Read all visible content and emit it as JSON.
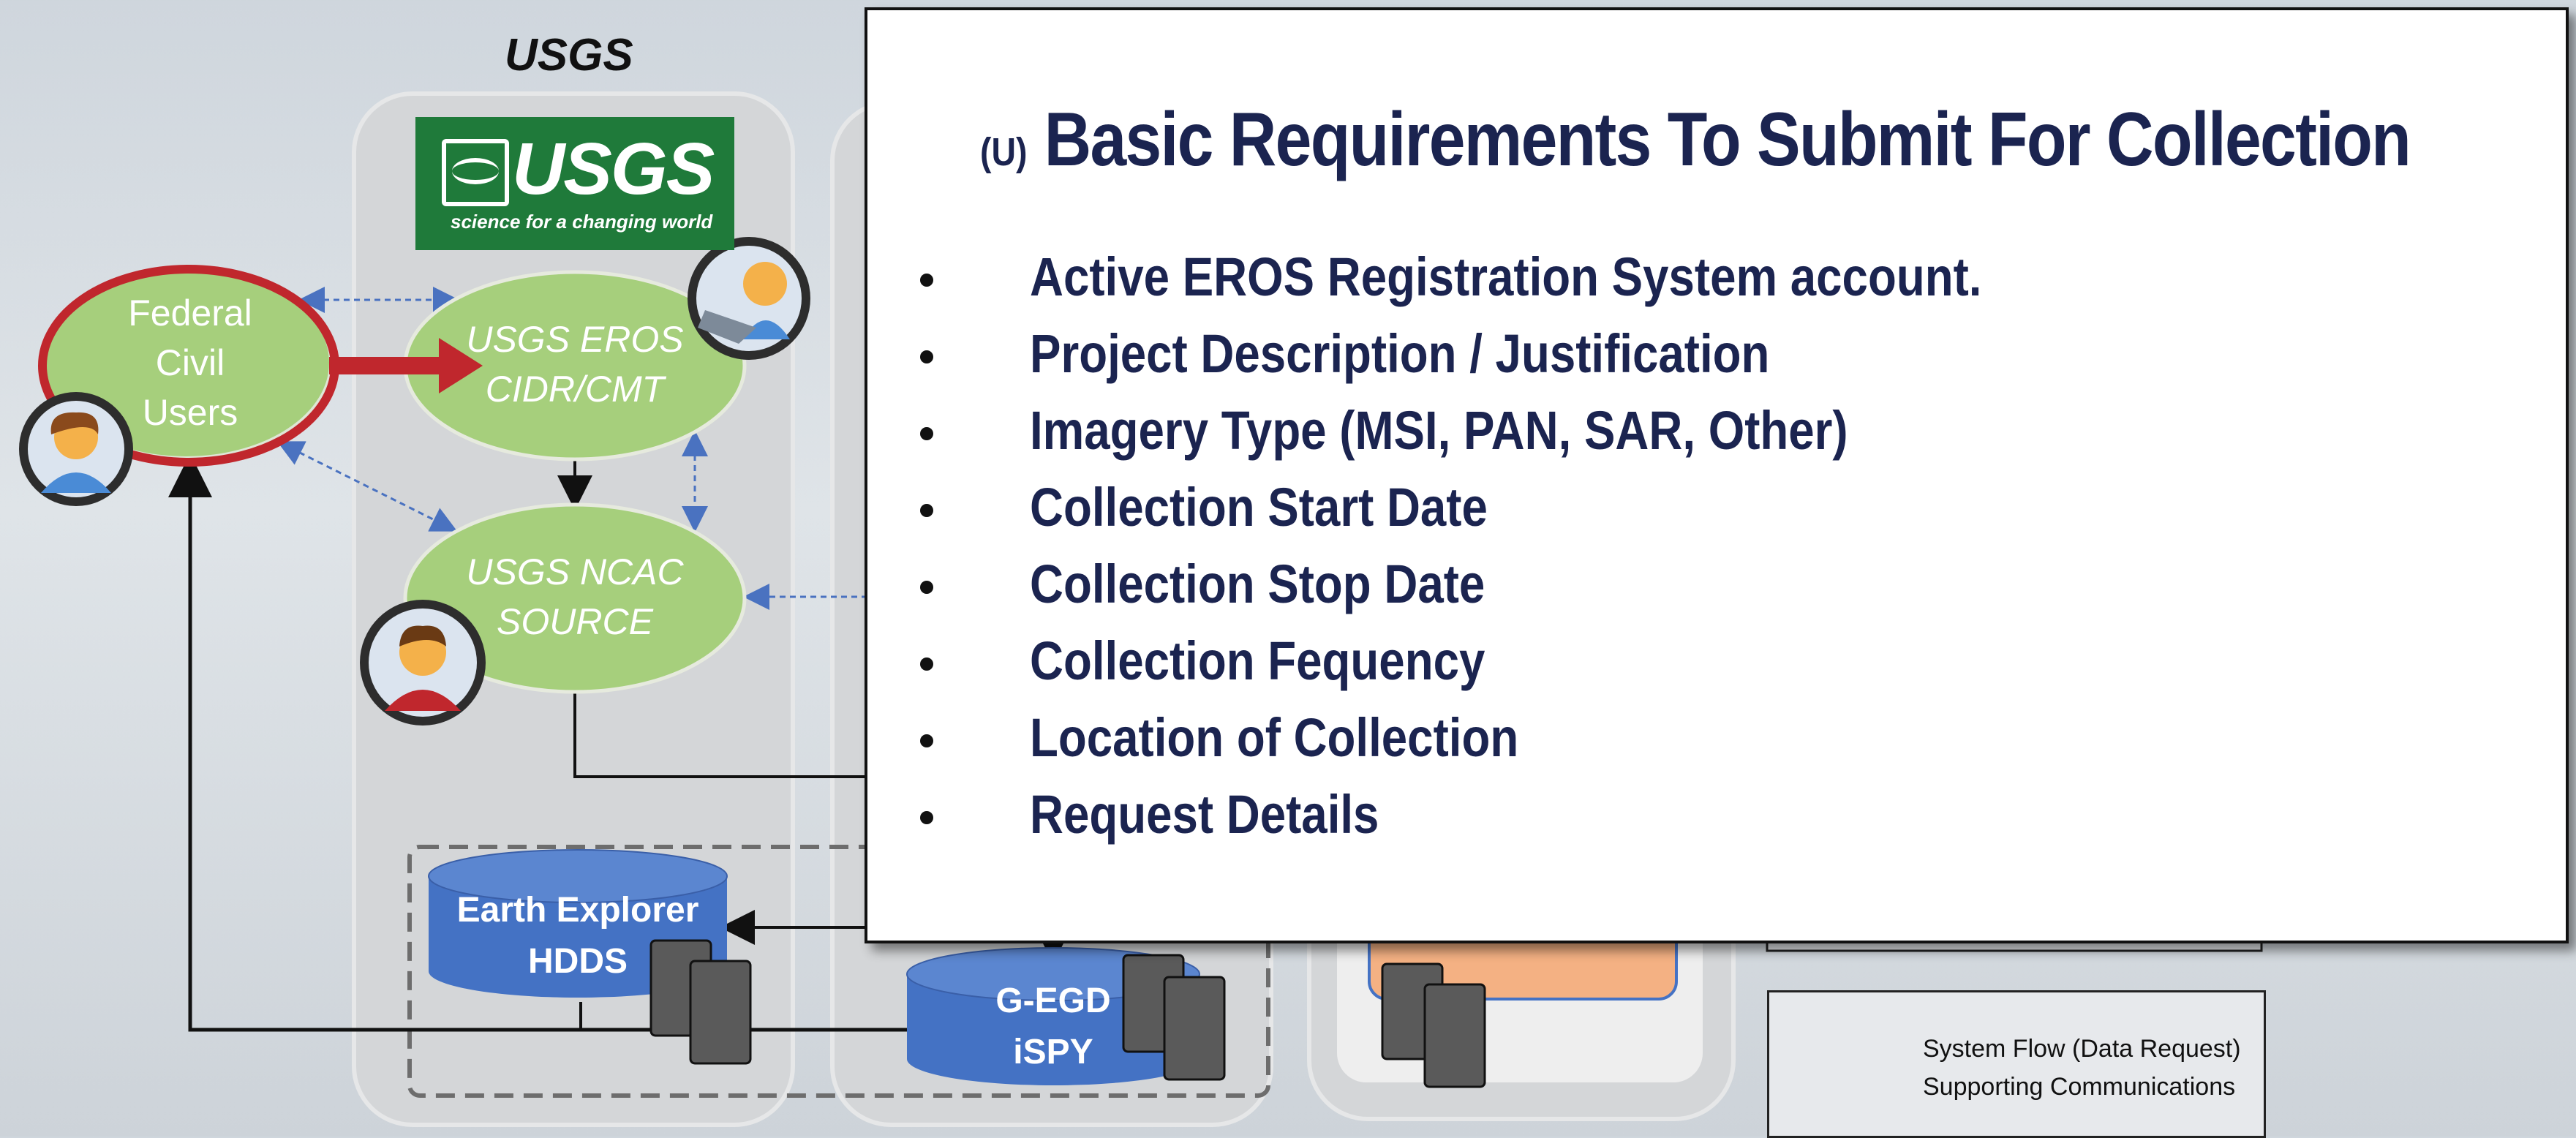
{
  "left_diagram": {
    "org_title": "USGS",
    "logo": {
      "word": "USGS",
      "tagline": "science for a changing world"
    },
    "nodes": {
      "federal_users": [
        "Federal",
        "Civil",
        "Users"
      ],
      "eros": [
        "USGS EROS",
        "CIDR/CMT"
      ],
      "ncac": [
        "USGS NCAC",
        "SOURCE"
      ]
    },
    "databases": {
      "earth_explorer": [
        "Earth Explorer",
        "HDDS"
      ],
      "gegd": [
        "G-EGD",
        "iSPY"
      ]
    },
    "legend": {
      "system_flow": "System Flow (Data Request)",
      "supporting": "Supporting Communications"
    },
    "colors": {
      "node_green": "#a6cf7c",
      "db_blue": "#4472c4",
      "highlight_red": "#c0272d",
      "orange_box": "#f4b183"
    }
  },
  "popup": {
    "title_tag": "(U)",
    "title": "Basic Requirements To Submit For Collection",
    "items": [
      "Active EROS Registration System account.",
      "Project Description / Justification",
      "Imagery Type (MSI, PAN, SAR, Other)",
      "Collection Start Date",
      "Collection Stop Date",
      "Collection Fequency",
      "Location of Collection",
      "Request Details"
    ],
    "text_color": "#1b2450"
  }
}
